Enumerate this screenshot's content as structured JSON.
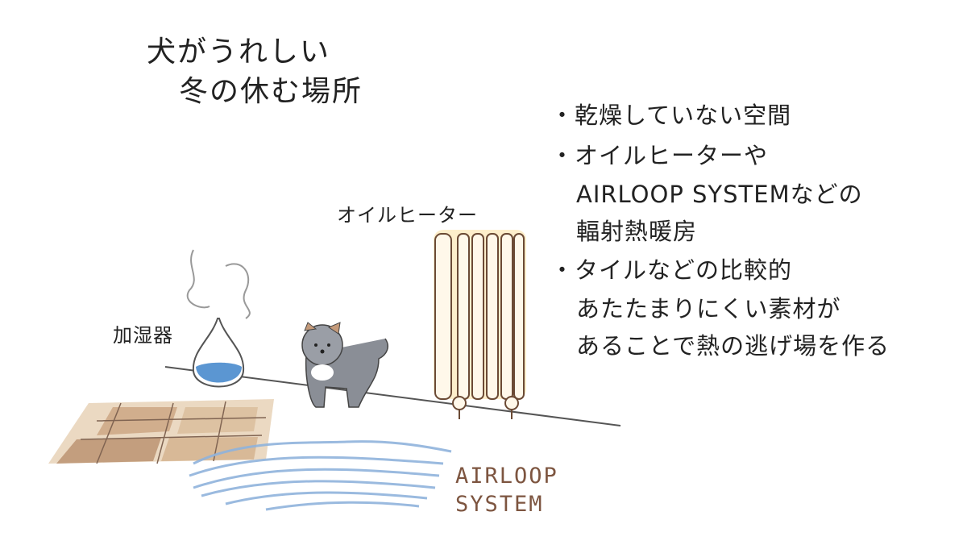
{
  "title": {
    "line1": "犬がうれしい",
    "line2": "冬の休む場所"
  },
  "bullets": [
    {
      "lines": [
        "・乾燥していない空間"
      ]
    },
    {
      "lines": [
        "・オイルヒーターや",
        "AIRLOOP SYSTEMなどの",
        "輻射熱暖房"
      ]
    },
    {
      "lines": [
        "・タイルなどの比較的",
        "あたたまりにくい素材が",
        "あることで熱の逃げ場を作る"
      ]
    }
  ],
  "labels": {
    "heater": "オイルヒーター",
    "humidifier": "加湿器",
    "airloop_line1": "AIRLOOP",
    "airloop_line2": "SYSTEM"
  },
  "colors": {
    "water": "#5b96d2",
    "scribble": "#8fb3dc",
    "tile": "#c9a07a",
    "heater_glow": "#fbe3a8",
    "label_brown": "#7d5540"
  }
}
